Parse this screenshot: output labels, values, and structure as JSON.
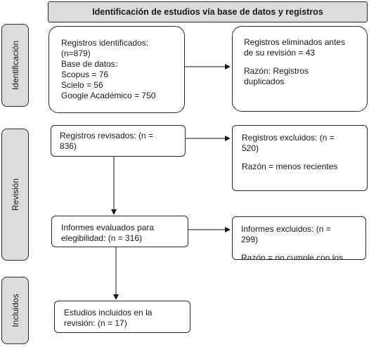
{
  "header": {
    "title": "Identificación de estudios vía base de datos y registros"
  },
  "phases": {
    "identificacion": "Identificación",
    "revision": "Revisión",
    "incluidos": "Incluidos"
  },
  "boxes": {
    "identified": {
      "lines": [
        "Registros identificados:",
        "(n=879)",
        "Base de datos:",
        "Scopus = 76",
        "Scielo = 56",
        "Google Académico = 750"
      ]
    },
    "removed": {
      "lines": [
        "Registros eliminados antes",
        "de su revisión = 43"
      ],
      "reason_lines": [
        "Razón: Registros",
        "duplicados"
      ]
    },
    "screened": {
      "lines": [
        "Registros revisados: (n =",
        "836)"
      ]
    },
    "excluded": {
      "lines": [
        "Registros excluidos: (n =",
        "520)"
      ],
      "reason_lines": [
        "Razón = menos recientes"
      ]
    },
    "assessed": {
      "lines": [
        "Informes evaluados para",
        "elegibilidad: (n = 316)"
      ]
    },
    "reports_excluded": {
      "lines": [
        "Informes excluidos: (n =",
        "299)"
      ],
      "reason_lines": [
        "Razón = no cumple con los"
      ]
    },
    "included": {
      "lines": [
        "Estudios incluidos en la",
        "revisión: (n = 17)"
      ]
    }
  }
}
